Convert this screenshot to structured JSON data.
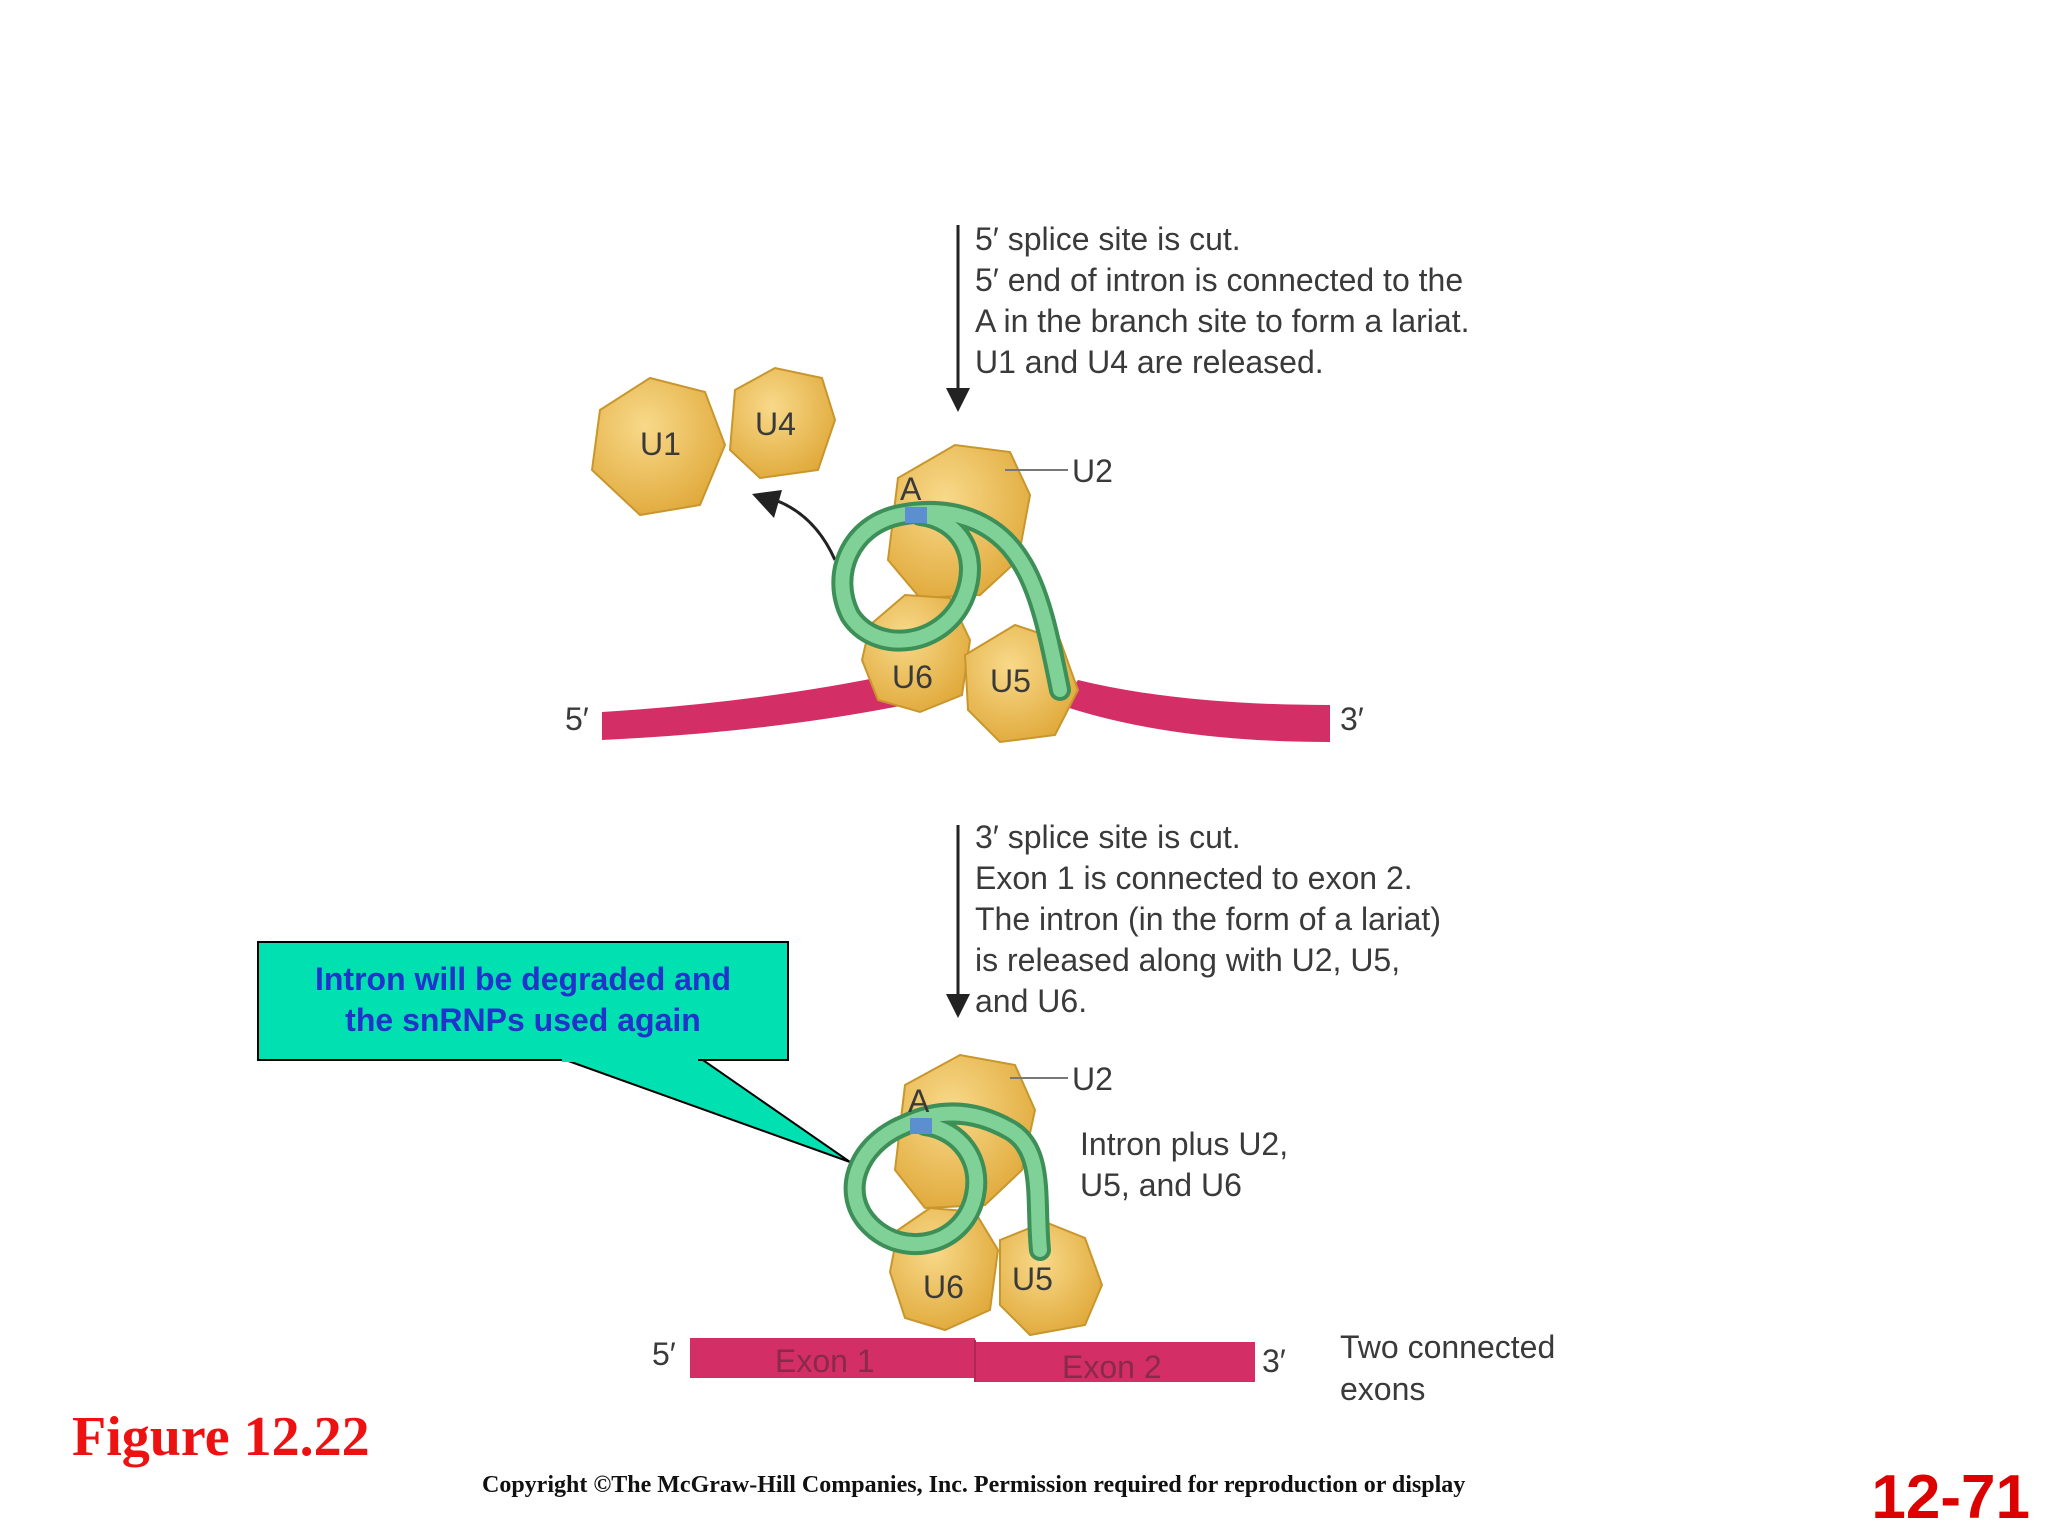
{
  "step1": {
    "lines": [
      "5′ splice site is cut.",
      "5′ end of intron is connected to the",
      "A in the branch site to form a lariat.",
      "U1 and U4 are released."
    ]
  },
  "step2": {
    "lines": [
      "3′ splice site is cut.",
      "Exon 1 is connected to exon 2.",
      "The intron (in the form of a lariat)",
      "is released along with U2, U5,",
      "and U6."
    ]
  },
  "top": {
    "u1": "U1",
    "u4": "U4",
    "u2": "U2",
    "u6": "U6",
    "u5": "U5",
    "branch_a": "A",
    "five_prime": "5′",
    "three_prime": "3′"
  },
  "bottom": {
    "u2": "U2",
    "u6": "U6",
    "u5": "U5",
    "branch_a": "A",
    "intron_label": [
      "Intron plus U2,",
      "U5, and U6"
    ],
    "exon1": "Exon 1",
    "exon2": "Exon 2",
    "five_prime": "5′",
    "three_prime": "3′",
    "connected_label": [
      "Two connected",
      "exons"
    ]
  },
  "callout": {
    "lines": [
      "Intron will be degraded and",
      "the snRNPs used again"
    ]
  },
  "figure_label": "Figure 12.22",
  "copyright": "Copyright ©The McGraw-Hill Companies, Inc. Permission required for reproduction or display",
  "slide_number": "12-71",
  "colors": {
    "snrnp": "#e9b84a",
    "snrnp_edge": "#c8962c",
    "intron": "#5fb87a",
    "exon": "#d42e66",
    "branch_site": "#5b8fd0",
    "callout_bg": "#00e0b0",
    "callout_text": "#2233cc",
    "figure_label": "#ee1111"
  }
}
